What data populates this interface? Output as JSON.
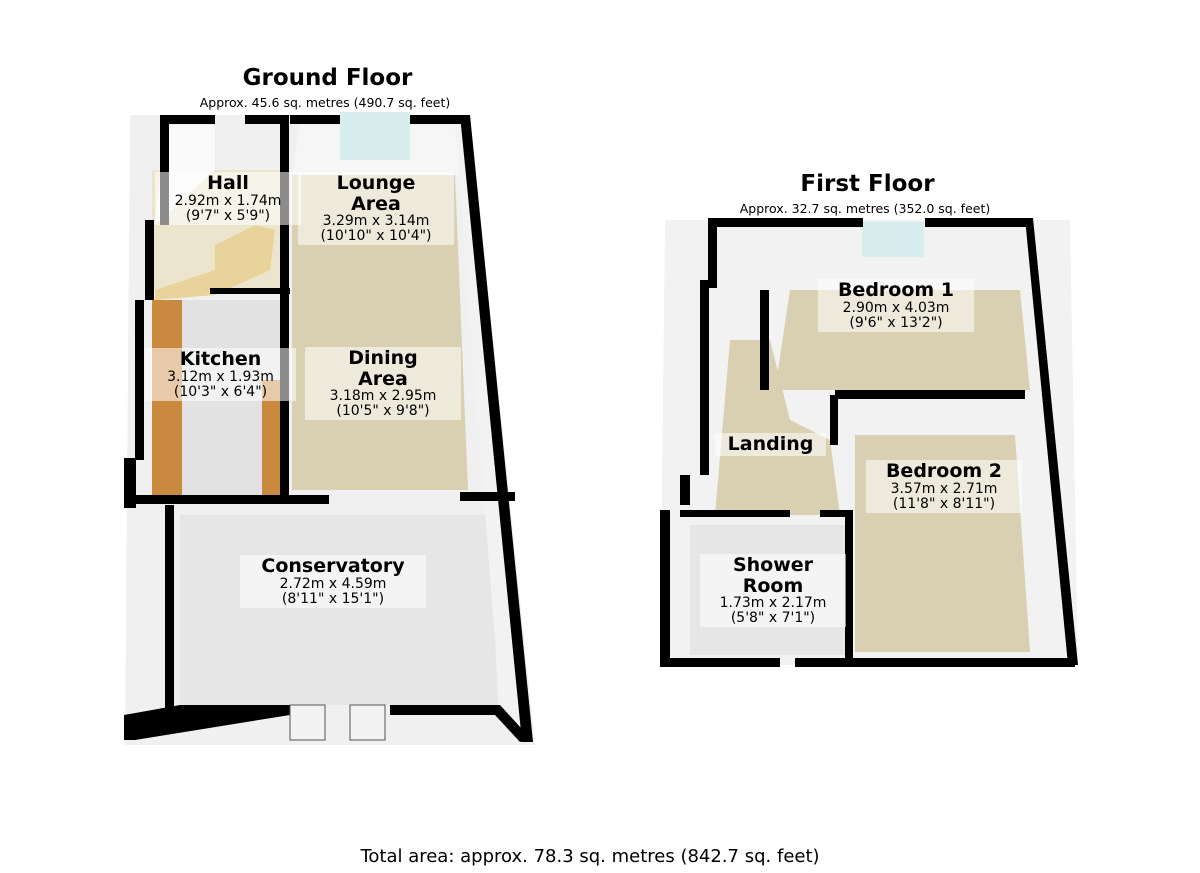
{
  "ground_floor": {
    "title": "Ground Floor",
    "area": "Approx. 45.6 sq. metres (490.7 sq. feet)",
    "rooms": [
      {
        "name": "Hall",
        "metric": "2.92m x 1.74m",
        "imperial": "(9'7\" x 5'9\")"
      },
      {
        "name": "Lounge Area",
        "metric": "3.29m x 3.14m",
        "imperial": "(10'10\" x 10'4\")"
      },
      {
        "name": "Kitchen",
        "metric": "3.12m x 1.93m",
        "imperial": "(10'3\" x 6'4\")"
      },
      {
        "name": "Dining Area",
        "metric": "3.18m x 2.95m",
        "imperial": "(10'5\" x 9'8\")"
      },
      {
        "name": "Conservatory",
        "metric": "2.72m x 4.59m",
        "imperial": "(8'11\" x 15'1\")"
      }
    ]
  },
  "first_floor": {
    "title": "First Floor",
    "area": "Approx. 32.7 sq. metres (352.0 sq. feet)",
    "rooms": [
      {
        "name": "Bedroom 1",
        "metric": "2.90m x 4.03m",
        "imperial": "(9'6\" x 13'2\")"
      },
      {
        "name": "Landing",
        "metric": "",
        "imperial": ""
      },
      {
        "name": "Bedroom 2",
        "metric": "3.57m x 2.71m",
        "imperial": "(11'8\" x 8'11\")"
      },
      {
        "name": "Shower Room",
        "metric": "1.73m x 2.17m",
        "imperial": "(5'8\" x 7'1\")"
      }
    ]
  },
  "total": "Total area: approx. 78.3 sq. metres (842.7 sq. feet)",
  "colors": {
    "wall": "#000000",
    "carpet": "#d8d0b0",
    "tile": "#e8e8e8",
    "kitchen": "#c98a40",
    "glass": "#d8eeee"
  }
}
